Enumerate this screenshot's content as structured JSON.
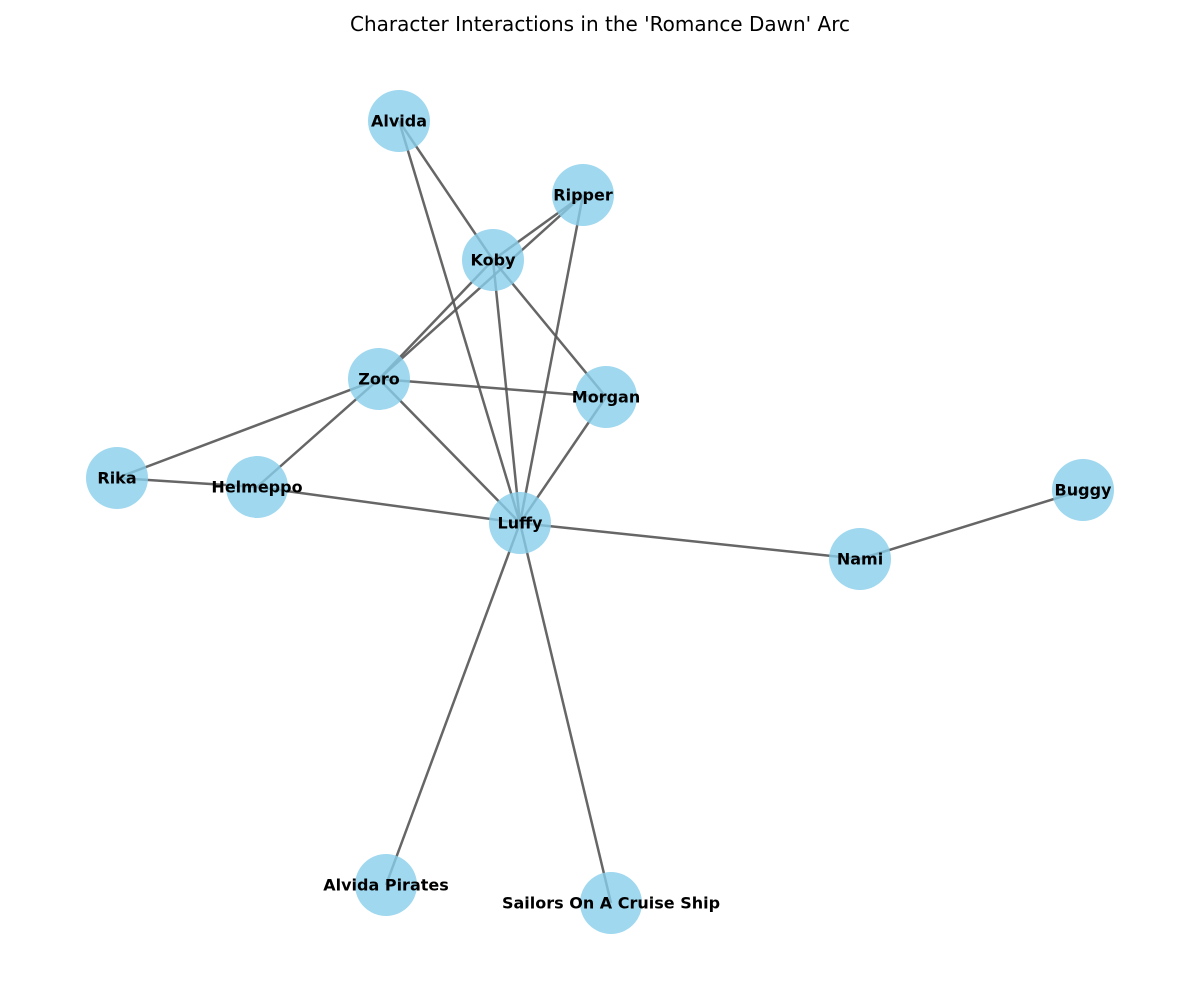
{
  "title": "Character Interactions in the 'Romance Dawn' Arc",
  "colors": {
    "node_fill": "#87ceeb",
    "edge_stroke": "#555555",
    "label": "#000000"
  },
  "nodes": [
    {
      "id": "luffy",
      "label": "Luffy"
    },
    {
      "id": "zoro",
      "label": "Zoro"
    },
    {
      "id": "koby",
      "label": "Koby"
    },
    {
      "id": "alvida",
      "label": "Alvida"
    },
    {
      "id": "ripper",
      "label": "Ripper"
    },
    {
      "id": "morgan",
      "label": "Morgan"
    },
    {
      "id": "rika",
      "label": "Rika"
    },
    {
      "id": "helmeppo",
      "label": "Helmeppo"
    },
    {
      "id": "nami",
      "label": "Nami"
    },
    {
      "id": "buggy",
      "label": "Buggy"
    },
    {
      "id": "alvida-pirates",
      "label": "Alvida Pirates"
    },
    {
      "id": "sailors",
      "label": "Sailors On A Cruise Ship"
    }
  ],
  "edges": [
    [
      "alvida",
      "koby"
    ],
    [
      "alvida",
      "luffy"
    ],
    [
      "ripper",
      "koby"
    ],
    [
      "ripper",
      "zoro"
    ],
    [
      "ripper",
      "luffy"
    ],
    [
      "koby",
      "zoro"
    ],
    [
      "koby",
      "luffy"
    ],
    [
      "koby",
      "morgan"
    ],
    [
      "zoro",
      "morgan"
    ],
    [
      "zoro",
      "rika"
    ],
    [
      "zoro",
      "helmeppo"
    ],
    [
      "zoro",
      "luffy"
    ],
    [
      "morgan",
      "luffy"
    ],
    [
      "rika",
      "helmeppo"
    ],
    [
      "helmeppo",
      "luffy"
    ],
    [
      "luffy",
      "nami"
    ],
    [
      "nami",
      "buggy"
    ],
    [
      "luffy",
      "alvida-pirates"
    ],
    [
      "luffy",
      "sailors"
    ]
  ]
}
